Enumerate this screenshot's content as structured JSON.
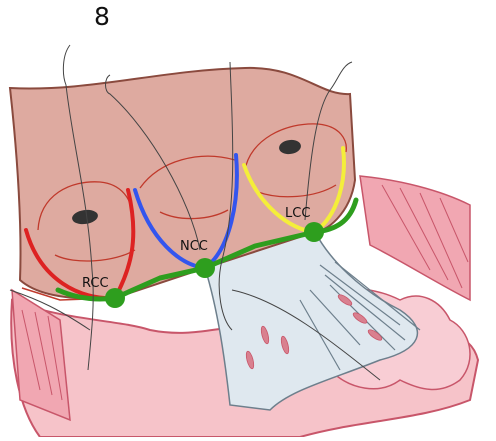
{
  "figure": {
    "panel_number": "8",
    "labels": {
      "rcc": "RCC",
      "ncc": "NCC",
      "lcc": "LCC"
    }
  },
  "colors": {
    "aortic_wall": "#deaaa0",
    "aortic_wall_outline": "#8a4a3e",
    "annulus_line": "#c0392b",
    "rcc_hinge": "#dd2222",
    "ncc_hinge": "#3355ee",
    "lcc_hinge": "#f4ee3a",
    "ventriculo_arterial_junction": "#2e9e1e",
    "myocardium": "#f6c3c9",
    "myocardium_outline": "#c8566a",
    "fibrous_continuity": "#dfe8ef",
    "coronary_ostium": "#333333"
  }
}
